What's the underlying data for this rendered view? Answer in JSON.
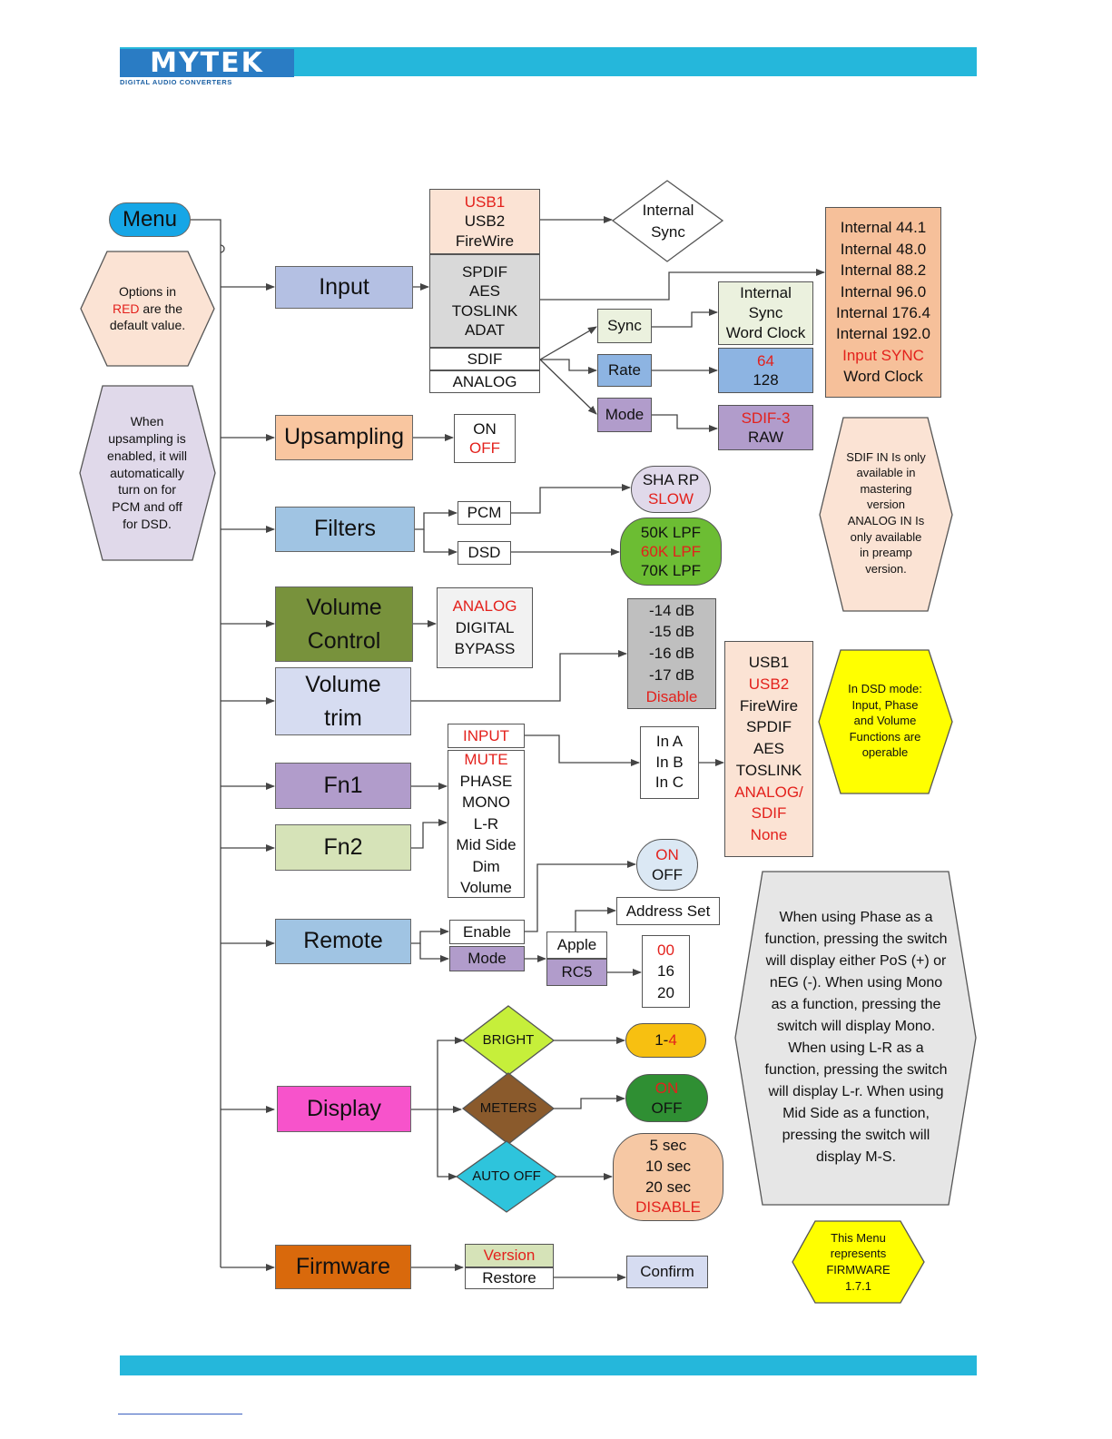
{
  "header": {
    "logo_text": "MYTEK",
    "logo_tagline": "DIGITAL AUDIO CONVERTERS"
  },
  "colors": {
    "banner": "#25b7db",
    "accent_red": "#e3211c"
  },
  "menu": {
    "label": "Menu"
  },
  "main_items": [
    "Input",
    "Upsampling",
    "Filters",
    "Volume Control",
    "Volume trim",
    "Fn1",
    "Fn2",
    "Remote",
    "Display",
    "Firmware"
  ],
  "notes": {
    "red_default": {
      "pre": "Options in",
      "red": "RED",
      "post": "are the default value."
    },
    "upsampling": "When upsampling is enabled, it will automatically turn on for PCM and off for DSD.",
    "sdif": "SDIF IN Is only available in mastering version ANALOG IN Is only available in preamp version.",
    "dsd": "In DSD mode: Input, Phase and Volume Functions are operable",
    "display_funcs": "When using Phase as a function, pressing the switch will display either PoS (+) or nEG (-). When using Mono as a function, pressing the switch will display Mono. When using L-R as a function, pressing the switch will display L-r. When using Mid Side as a function, pressing the switch will display M-S.",
    "firmware": "This Menu represents FIRMWARE 1.7.1"
  },
  "input": {
    "usb_group": [
      {
        "t": "USB1",
        "red": true
      },
      {
        "t": "USB2",
        "red": false
      },
      {
        "t": "FireWire",
        "red": false
      }
    ],
    "digital_group": [
      "SPDIF",
      "AES",
      "TOSLINK",
      "ADAT"
    ],
    "sdif": "SDIF",
    "analog": "ANALOG",
    "internal_sync": "Internal Sync",
    "rates": [
      {
        "t": "Internal 44.1",
        "red": false
      },
      {
        "t": "Internal 48.0",
        "red": false
      },
      {
        "t": "Internal 88.2",
        "red": false
      },
      {
        "t": "Internal 96.0",
        "red": false
      },
      {
        "t": "Internal 176.4",
        "red": false
      },
      {
        "t": "Internal 192.0",
        "red": false
      },
      {
        "t": "Input SYNC",
        "red": true
      },
      {
        "t": "Word Clock",
        "red": false
      }
    ],
    "sync_label": "Sync",
    "sync_options": [
      "Internal",
      "Sync",
      "Word Clock"
    ],
    "rate_label": "Rate",
    "rate_options": [
      {
        "t": "64",
        "red": true
      },
      {
        "t": "128",
        "red": false
      }
    ],
    "mode_label": "Mode",
    "mode_options": [
      {
        "t": "SDIF-3",
        "red": true
      },
      {
        "t": "RAW",
        "red": false
      }
    ]
  },
  "upsampling": {
    "options": [
      {
        "t": "ON",
        "red": false
      },
      {
        "t": "OFF",
        "red": true
      }
    ]
  },
  "filters": {
    "pcm": "PCM",
    "dsd": "DSD",
    "pcm_options": [
      {
        "t": "SHA RP",
        "red": false
      },
      {
        "t": "SLOW",
        "red": true
      }
    ],
    "dsd_options": [
      {
        "t": "50K LPF",
        "red": false
      },
      {
        "t": "60K LPF",
        "red": true
      },
      {
        "t": "70K LPF",
        "red": false
      }
    ]
  },
  "volume_control": {
    "options": [
      {
        "t": "ANALOG",
        "red": true
      },
      {
        "t": "DIGITAL",
        "red": false
      },
      {
        "t": "BYPASS",
        "red": false
      }
    ]
  },
  "volume_trim": {
    "options": [
      {
        "t": "-14 dB",
        "red": false
      },
      {
        "t": "-15 dB",
        "red": false
      },
      {
        "t": "-16 dB",
        "red": false
      },
      {
        "t": "-17 dB",
        "red": false
      },
      {
        "t": "Disable",
        "red": true
      }
    ]
  },
  "fn": {
    "input": "INPUT",
    "functions": [
      {
        "t": "MUTE",
        "red": true
      },
      {
        "t": "PHASE",
        "red": false
      },
      {
        "t": "MONO",
        "red": false
      },
      {
        "t": "L-R",
        "red": false
      },
      {
        "t": "Mid Side",
        "red": false
      },
      {
        "t": "Dim",
        "red": false
      },
      {
        "t": "Volume",
        "red": false
      }
    ],
    "in_options": [
      "In A",
      "In B",
      "In C"
    ],
    "in_sources": [
      {
        "t": "USB1",
        "red": false
      },
      {
        "t": "USB2",
        "red": true
      },
      {
        "t": "FireWire",
        "red": false
      },
      {
        "t": "SPDIF",
        "red": false
      },
      {
        "t": "AES",
        "red": false
      },
      {
        "t": "TOSLINK",
        "red": false
      },
      {
        "t": "ANALOG/",
        "red": true
      },
      {
        "t": "SDIF",
        "red": true
      },
      {
        "t": "None",
        "red": true
      }
    ]
  },
  "remote": {
    "enable": "Enable",
    "mode": "Mode",
    "enable_options": [
      {
        "t": "ON",
        "red": true
      },
      {
        "t": "OFF",
        "red": false
      }
    ],
    "apple": "Apple",
    "rc5": "RC5",
    "address_set": "Address Set",
    "rc5_options": [
      {
        "t": "00",
        "red": true
      },
      {
        "t": "16",
        "red": false
      },
      {
        "t": "20",
        "red": false
      }
    ]
  },
  "display": {
    "bright": "BRIGHT",
    "bright_pre": "1-",
    "bright_red": "4",
    "meters": "METERS",
    "meters_options": [
      {
        "t": "ON",
        "red": true
      },
      {
        "t": "OFF",
        "red": false
      }
    ],
    "auto_off": "AUTO OFF",
    "auto_off_options": [
      {
        "t": "5 sec",
        "red": false
      },
      {
        "t": "10 sec",
        "red": false
      },
      {
        "t": "20 sec",
        "red": false
      },
      {
        "t": "DISABLE",
        "red": true
      }
    ]
  },
  "firmware": {
    "version": "Version",
    "restore": "Restore",
    "confirm": "Confirm"
  }
}
